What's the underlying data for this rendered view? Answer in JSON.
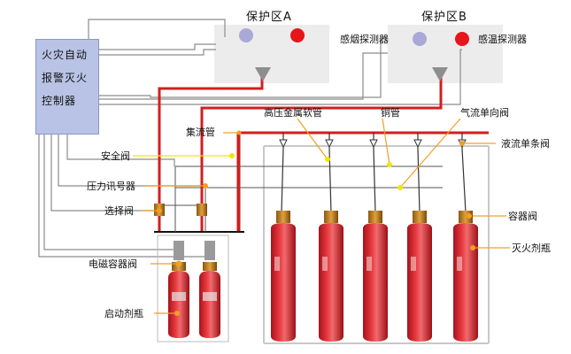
{
  "controller": {
    "line1": "火灾自动",
    "line2": "报警灭火",
    "line3": "控制器"
  },
  "zones": {
    "a_title": "保护区A",
    "b_title": "保护区B",
    "smoke_detector": "感烟探测器",
    "heat_detector": "感温探测器"
  },
  "labels": {
    "collector_pipe": "集流管",
    "high_pressure_hose": "高压金属软管",
    "copper_pipe": "铜管",
    "check_valve_gas": "气流单向阀",
    "check_valve_liquid": "液流单条阀",
    "safety_valve": "安全阀",
    "pressure_switch": "压力讯号器",
    "selector_valve": "选择阀",
    "container_valve": "容器阀",
    "agent_cylinder": "灭火剂瓶",
    "solenoid_valve": "电磁容器阀",
    "pilot_cylinder": "启动剂瓶"
  },
  "colors": {
    "pipe_red": "#d21f1f",
    "wire_gray": "#8c8c8c",
    "cylinder_red": "#d8222a",
    "leader_orange": "#f0a020",
    "leader_yellow": "#f2e600",
    "smoke_detector": "#a9a9d8",
    "heat_detector": "#e8141c",
    "controller_fill": "#b9c3e6",
    "zone_fill": "#ececec"
  }
}
